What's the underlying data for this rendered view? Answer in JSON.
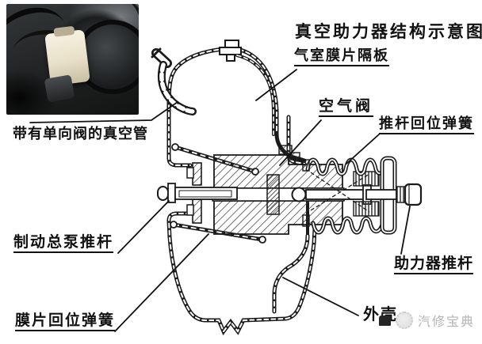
{
  "title": "真空助力器结构示意图",
  "labels": {
    "vacuum_tube": "带有单向阀的真空管",
    "chamber_diaphragm": "气室膜片隔板",
    "air_valve": "空气阀",
    "pushrod_return_spring": "推杆回位弹簧",
    "master_cylinder_pushrod": "制动总泵推杆",
    "booster_pushrod": "助力器推杆",
    "diaphragm_return_spring": "膜片回位弹簧",
    "housing": "外壳"
  },
  "watermark": {
    "text": "汽修宝典"
  },
  "colors": {
    "line": "#1a1a1a",
    "label_text": "#111111",
    "watermark": "#b4b4b4",
    "background": "#ffffff"
  }
}
